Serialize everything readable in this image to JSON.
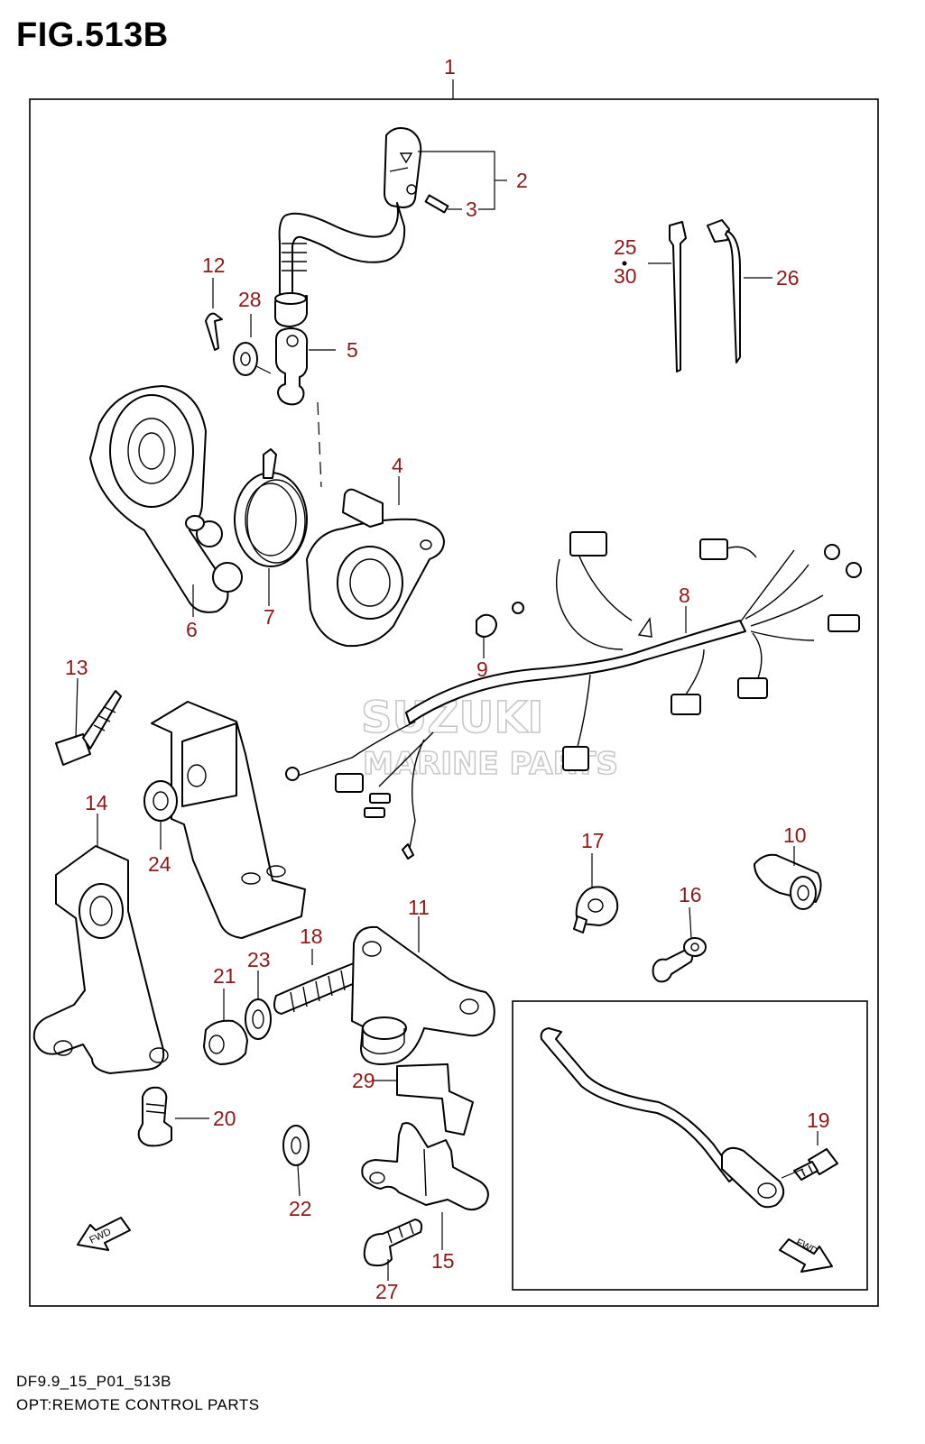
{
  "figure": {
    "title": "FIG.513B",
    "footer_code": "DF9.9_15_P01_513B",
    "footer_desc": "OPT:REMOTE CONTROL PARTS"
  },
  "watermark": {
    "line1": "SUZUKI",
    "line2": "MARINE PARTS"
  },
  "fwd_label": "FWD",
  "callouts": {
    "c1": "1",
    "c2": "2",
    "c3": "3",
    "c4": "4",
    "c5": "5",
    "c6": "6",
    "c7": "7",
    "c8": "8",
    "c9": "9",
    "c10": "10",
    "c11": "11",
    "c12": "12",
    "c13": "13",
    "c14": "14",
    "c15": "15",
    "c16": "16",
    "c17": "17",
    "c18": "18",
    "c19": "19",
    "c20": "20",
    "c21": "21",
    "c22": "22",
    "c23": "23",
    "c24": "24",
    "c25": "25",
    "c26": "26",
    "c27": "27",
    "c28": "28",
    "c29": "29",
    "c30": "30"
  },
  "colors": {
    "callout": "#8b1a1a",
    "line": "#000000",
    "watermark": "#c8c8c8"
  }
}
